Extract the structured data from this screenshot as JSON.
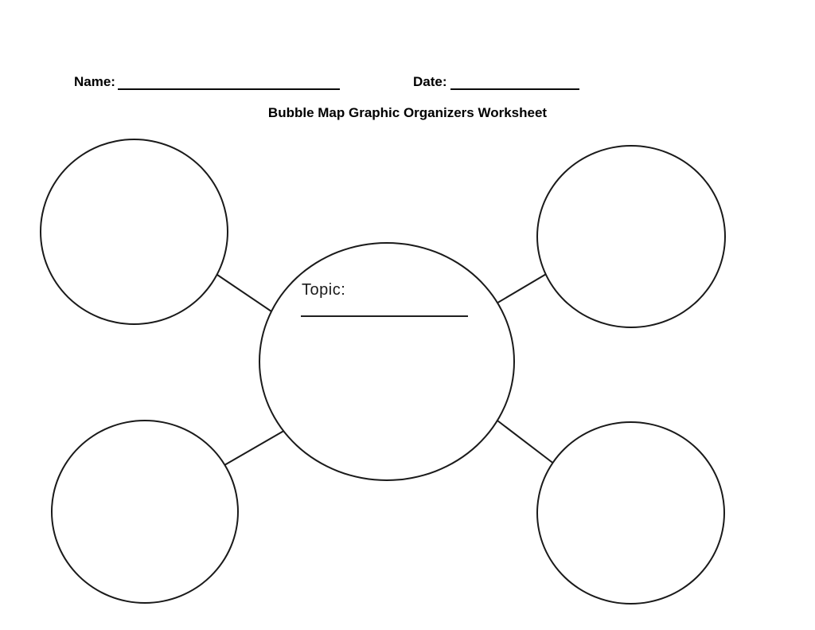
{
  "page": {
    "title": "Bubble Map Graphic Organizers Worksheet"
  },
  "header": {
    "name_label": "Name:",
    "date_label": "Date:"
  },
  "center_bubble": {
    "topic_label": "Topic:"
  },
  "colors": {
    "ink": "#1a1a1a",
    "text": "#000000",
    "background": "#ffffff"
  }
}
